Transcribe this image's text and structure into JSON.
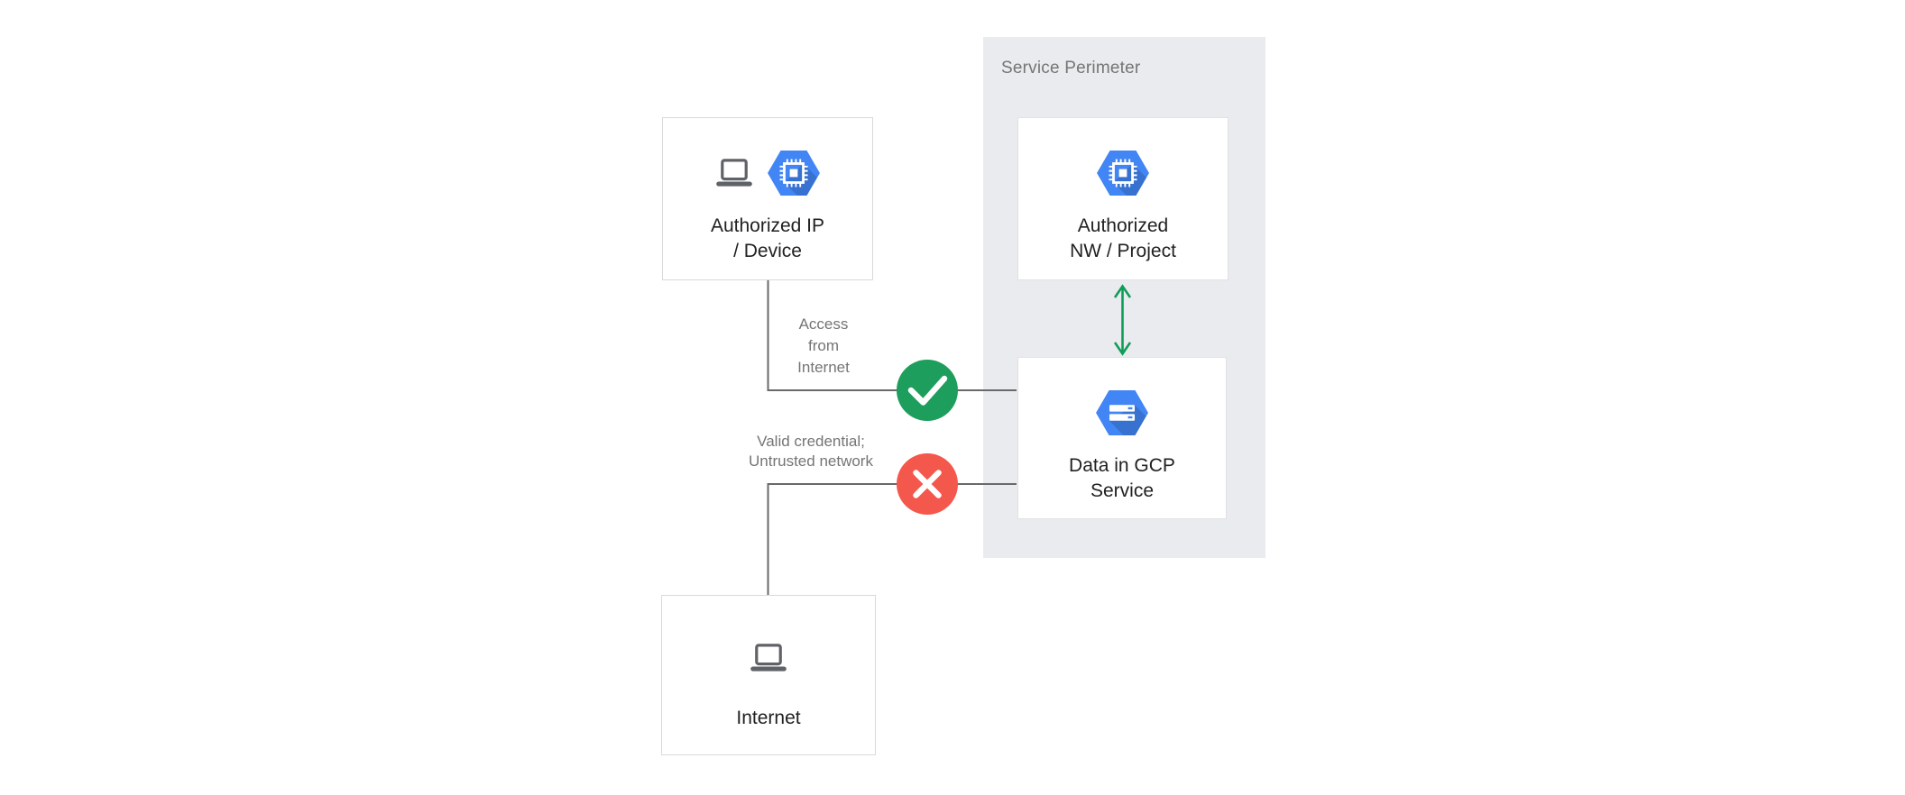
{
  "perimeter": {
    "label": "Service Perimeter",
    "bg_color": "#E9EBEE",
    "label_color": "#757575"
  },
  "nodes": {
    "authorized_ip_device": {
      "lines": [
        "Authorized IP",
        "/ Device"
      ],
      "icons": [
        "laptop-icon",
        "compute-engine-icon"
      ]
    },
    "authorized_nw_project": {
      "lines": [
        "Authorized",
        "NW / Project"
      ],
      "icons": [
        "compute-engine-icon"
      ]
    },
    "data_in_gcp_service": {
      "lines": [
        "Data in GCP",
        "Service"
      ],
      "icons": [
        "gcp-storage-icon"
      ]
    },
    "internet": {
      "lines": [
        "Internet"
      ],
      "icons": [
        "laptop-icon"
      ]
    }
  },
  "annotations": {
    "access_from_internet": {
      "lines": [
        "Access",
        "from",
        "Internet"
      ]
    },
    "valid_credential": {
      "lines": [
        "Valid credential;",
        "Untrusted network"
      ]
    }
  },
  "status": {
    "allowed": {
      "icon": "check-icon",
      "color": "#1E9E5C"
    },
    "denied": {
      "icon": "cross-icon",
      "color": "#F4574B"
    }
  },
  "colors": {
    "gcp_blue": "#4285F4",
    "arrow_green": "#0F9D58",
    "connector_gray": "#696969",
    "node_text": "#212121",
    "annotation_gray": "#757575",
    "laptop_gray": "#5F6368",
    "node_border": "#D8D9DA"
  }
}
